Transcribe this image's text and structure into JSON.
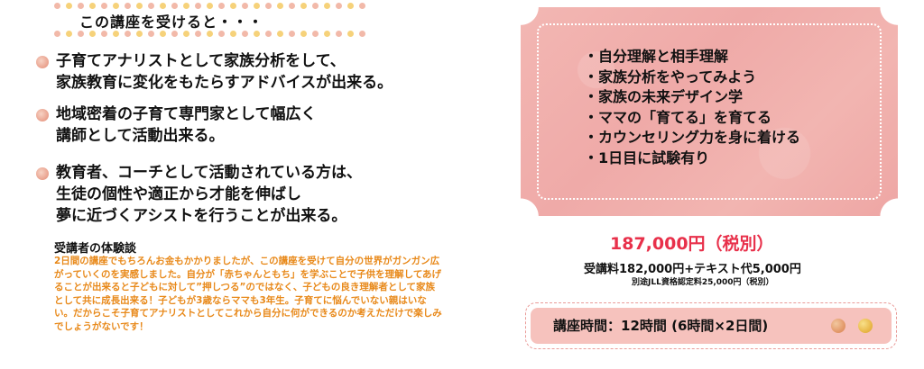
{
  "intro": {
    "title": "この講座を受けると・・・"
  },
  "points": [
    "子育てアナリストとして家族分析をして、\n家族教育に変化をもたらすアドバイスが出来る。",
    "地域密着の子育て専門家として幅広く\n講師として活動出来る。",
    "教育者、コーチとして活動されている方は、\n生徒の個性や適正から才能を伸ばし\n夢に近づくアシストを行うことが出来る。"
  ],
  "experience": {
    "title": "受講者の体験談",
    "body": "2日間の講座でもちろんお金もかかりましたが、この講座を受けて自分の世界がガンガン広がっていくのを実感しました。自分が「赤ちゃんともち」を学ぶことで子供を理解してあげることが出来ると子どもに対して”押しつる”のではなく、子どもの良き理解者として家族として共に成長出来る！子どもが3歳ならママも3年生。子育てに悩んでいない親はいない。だからこそ子育てアナリストとしてこれから自分に何ができるのか考えただけで楽しみでしょうがないです！"
  },
  "curriculum": [
    "・自分理解と相手理解",
    "・家族分析をやってみよう",
    "・家族の未来デザイン学",
    "・ママの「育てる」を育てる",
    "・カウンセリング力を身に着ける",
    "・1日目に試験有り"
  ],
  "price": {
    "total": "187,000円（税別）",
    "fee": "受講料182,000円+テキスト代5,000円",
    "note": "別途JLL資格認定料25,000円（税別）"
  },
  "schedule": {
    "label": "講座時間：12時間 (6時間×2日間)"
  },
  "colors": {
    "accent_red": "#e8304a",
    "experience_orange": "#e8891a",
    "ticket_pink": "#f0aeab",
    "box_pink": "#f6c2bd"
  }
}
